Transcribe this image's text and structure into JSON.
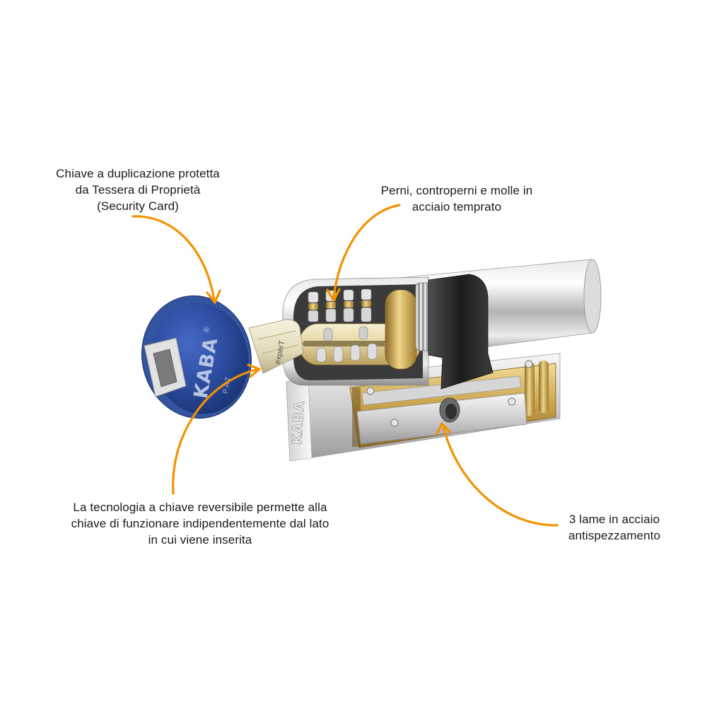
{
  "callouts": {
    "key_security": {
      "lines": [
        "Chiave a duplicazione protetta",
        "da Tessera di Proprietà",
        "(Security Card)"
      ]
    },
    "pins": {
      "lines": [
        "Perni, controperni e molle in",
        "acciaio temprato"
      ]
    },
    "reversible": {
      "lines": [
        "La tecnologia a chiave reversibile permette alla",
        "chiave di funzionare indipendentemente dal lato",
        "in cui viene inserita"
      ]
    },
    "blades": {
      "lines": [
        "3 lame in acciaio",
        "antispezzamento"
      ]
    }
  },
  "logos": {
    "key_brand": "KABA",
    "key_registered": "®",
    "key_pat": "PAT",
    "blade_model": "experT",
    "cylinder_brand": "KABA"
  },
  "colors": {
    "arrow": "#F39200",
    "background": "#FFFFFF",
    "key_head": "#2B4A9C",
    "cam": "#2A2A2A",
    "brass": "#C9A24A",
    "steel": "#D8D8D8"
  }
}
